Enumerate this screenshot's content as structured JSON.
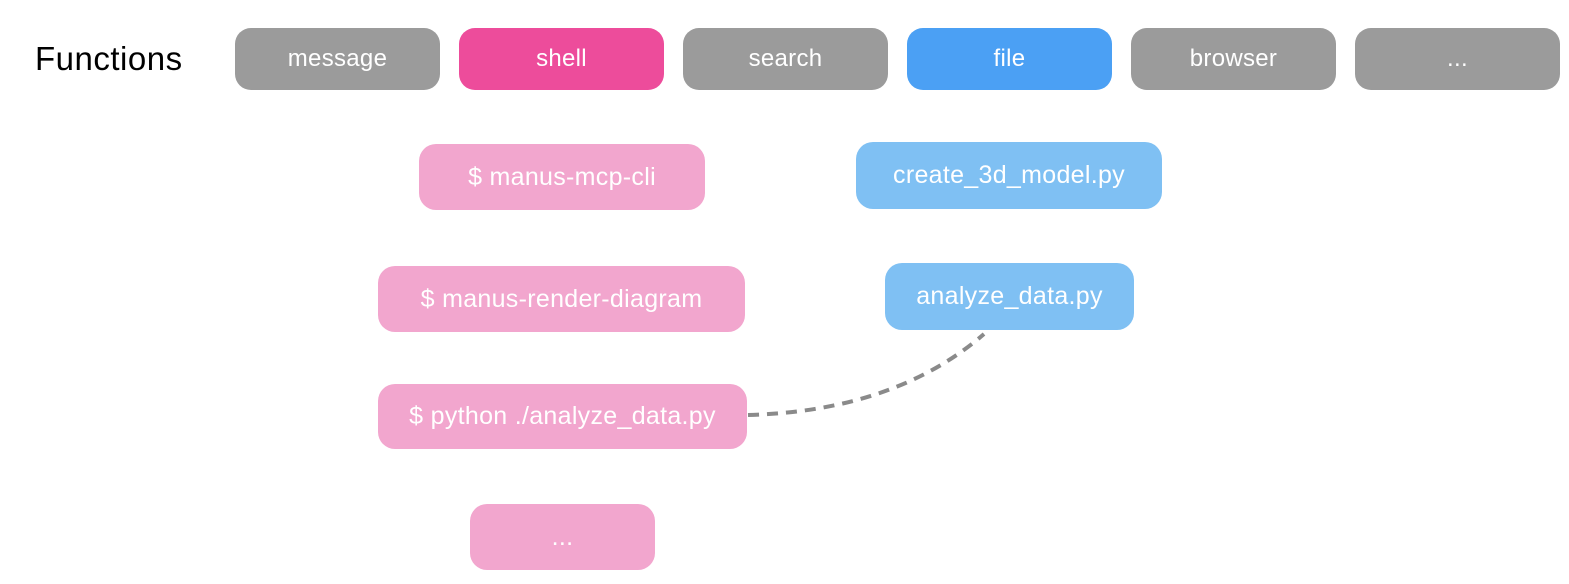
{
  "title_label": "Functions",
  "colors": {
    "gray": "#9B9B9B",
    "pink": "#ED4C9B",
    "blue": "#4BA0F4",
    "light_pink": "#F2A6CE",
    "light_blue": "#7FC0F3",
    "connector_gray": "#8A8A8A",
    "node_text": "#FFFFFF",
    "label_text": "#000000",
    "background": "#FFFFFF"
  },
  "function_pills": [
    {
      "label": "message",
      "color": "gray"
    },
    {
      "label": "shell",
      "color": "pink"
    },
    {
      "label": "search",
      "color": "gray"
    },
    {
      "label": "file",
      "color": "blue"
    },
    {
      "label": "browser",
      "color": "gray"
    },
    {
      "label": "...",
      "color": "gray"
    }
  ],
  "shell_examples": {
    "items": [
      "$ manus-mcp-cli",
      "$ manus-render-diagram",
      "$ python ./analyze_data.py",
      "..."
    ]
  },
  "file_examples": {
    "items": [
      "create_3d_model.py",
      "analyze_data.py"
    ]
  },
  "connection": {
    "from": "$ python ./analyze_data.py",
    "to": "analyze_data.py",
    "style": "dashed"
  }
}
